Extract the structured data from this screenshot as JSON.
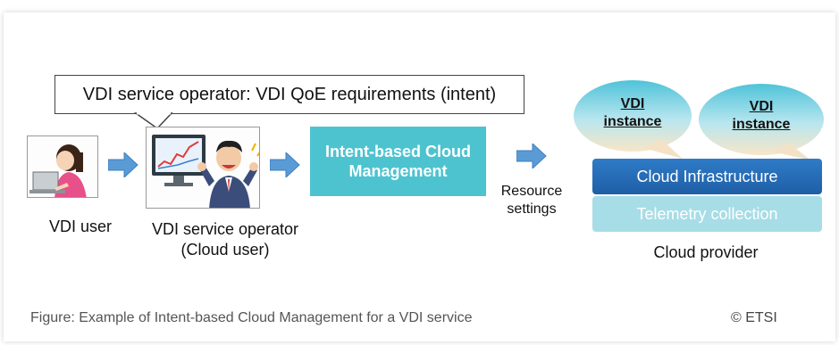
{
  "callout": {
    "text": "VDI service operator: VDI QoE requirements (intent)"
  },
  "vdi_user": {
    "label": "VDI user"
  },
  "operator": {
    "label_line1": "VDI service operator",
    "label_line2": "(Cloud user)"
  },
  "icm": {
    "line1": "Intent-based Cloud",
    "line2": "Management"
  },
  "resource": {
    "line1": "Resource",
    "line2": "settings"
  },
  "instances": [
    {
      "line1": "VDI",
      "line2": "instance"
    },
    {
      "line1": "VDI",
      "line2": "instance"
    }
  ],
  "cloud": {
    "infrastructure": "Cloud Infrastructure",
    "telemetry": "Telemetry collection",
    "provider_label": "Cloud provider"
  },
  "caption": "Figure: Example of Intent-based Cloud Management for a VDI service",
  "copyright": "© ETSI",
  "colors": {
    "arrow": "#5b9bd5",
    "icm": "#4dc3cf",
    "infrastructure": "#1e5fa6",
    "telemetry": "#a7dde6"
  }
}
